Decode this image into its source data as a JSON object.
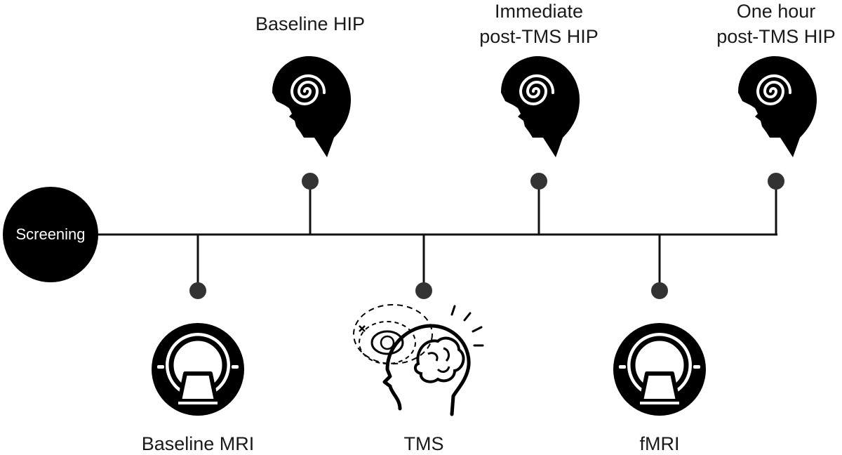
{
  "screening": {
    "label": "Screening"
  },
  "above_events": [
    {
      "id": "baseline-hip",
      "lines": [
        "Baseline HIP"
      ],
      "icon": "hypnosis-head-icon"
    },
    {
      "id": "immediate-hip",
      "lines": [
        "Immediate",
        "post-TMS HIP"
      ],
      "icon": "hypnosis-head-icon"
    },
    {
      "id": "one-hour-hip",
      "lines": [
        "One hour",
        "post-TMS HIP"
      ],
      "icon": "hypnosis-head-icon"
    }
  ],
  "below_events": [
    {
      "id": "baseline-mri",
      "label": "Baseline MRI",
      "icon": "mri-scanner-icon"
    },
    {
      "id": "tms",
      "label": "TMS",
      "icon": "tms-coil-head-icon"
    },
    {
      "id": "fmri",
      "label": "fMRI",
      "icon": "mri-scanner-icon"
    }
  ],
  "colors": {
    "line": "#111111",
    "node": "#333333",
    "icon": "#000000"
  }
}
